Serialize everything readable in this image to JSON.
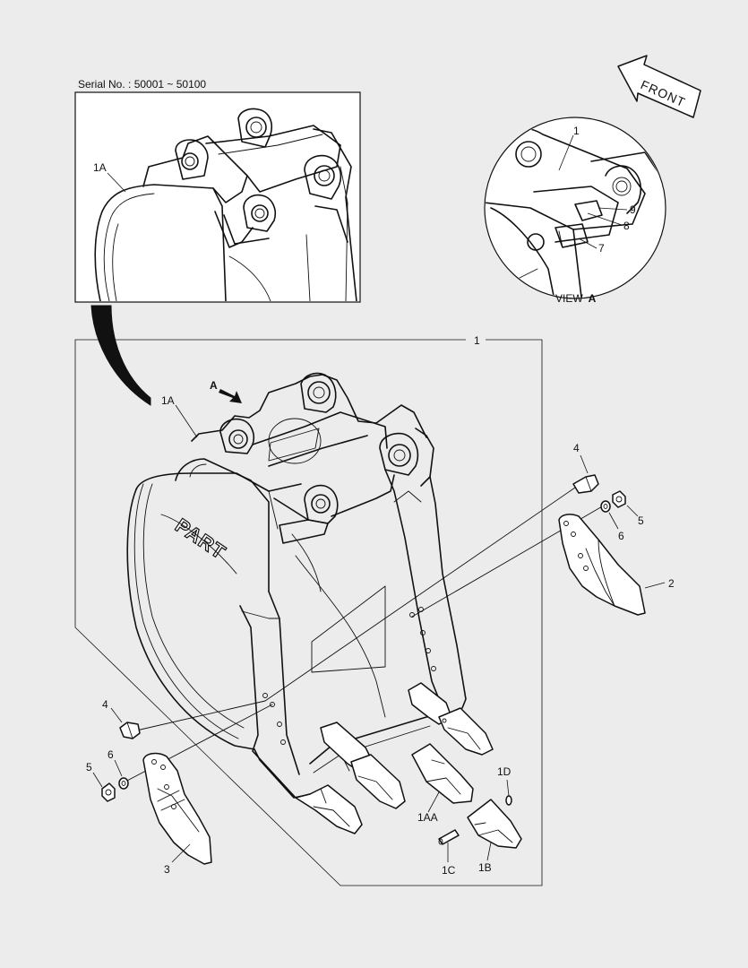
{
  "header": {
    "serial_label": "Serial No. : 50001 ~ 50100"
  },
  "direction": {
    "front_label": "FRONT"
  },
  "view": {
    "label_prefix": "VIEW",
    "label_letter": "A",
    "arrow_letter": "A"
  },
  "callouts": {
    "bucket_assembly": "1",
    "bucket_body_detail": "1A",
    "bucket_body_main": "1A",
    "view_part_1": "1",
    "view_part_7": "7",
    "view_part_8": "8",
    "view_part_9": "9",
    "right_bolt": "4",
    "right_nut": "5",
    "right_washer": "6",
    "right_side_cutter": "2",
    "left_bolt": "4",
    "left_washer": "6",
    "left_nut": "5",
    "left_side_cutter": "3",
    "tooth_adapter": "1AA",
    "lock_pin": "1C",
    "tooth_point": "1B",
    "lock_washer": "1D"
  },
  "logo": {
    "text": "PART"
  }
}
